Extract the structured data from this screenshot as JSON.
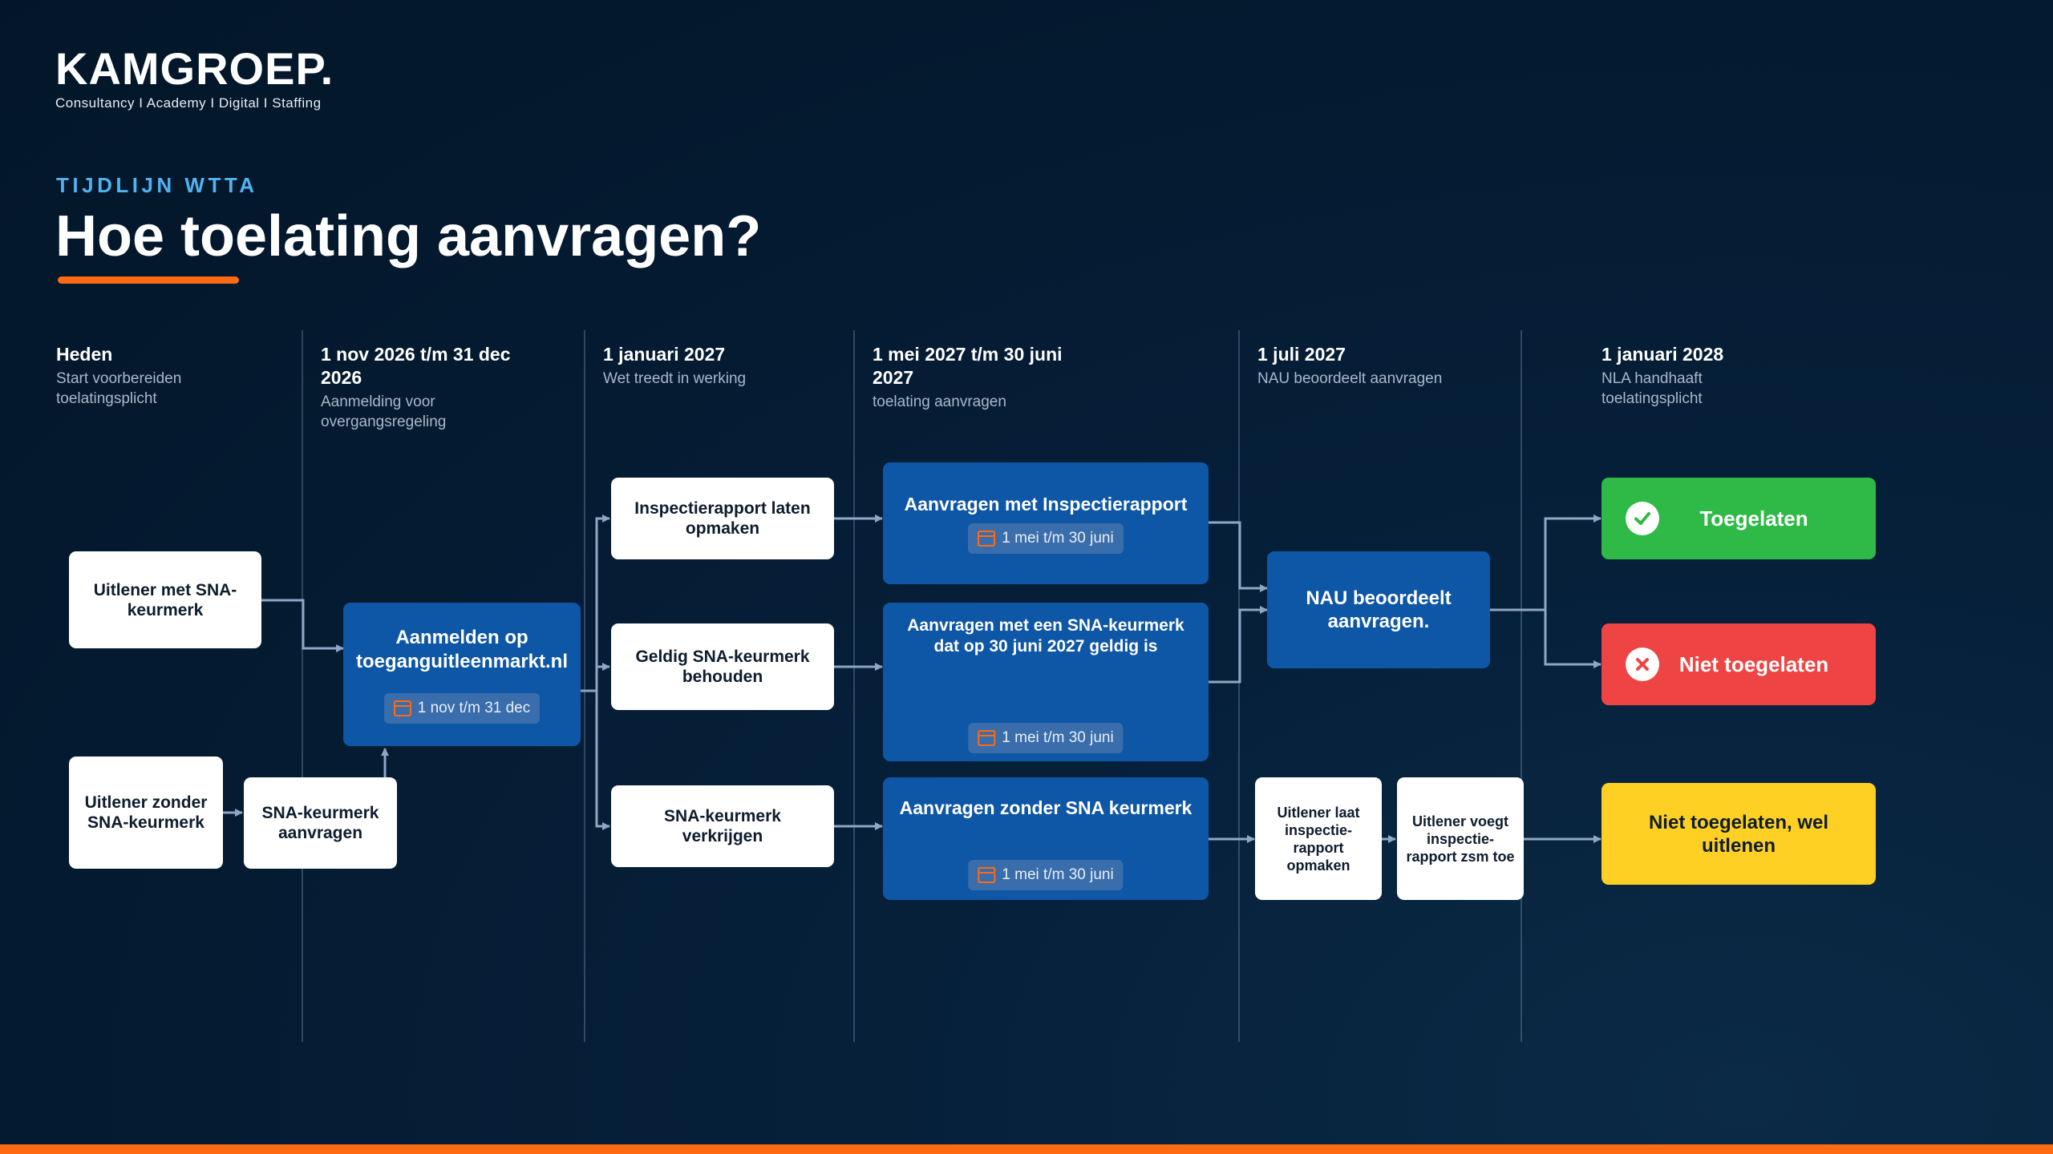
{
  "brand": {
    "name": "KAMGROEP.",
    "tagline": "Consultancy I Academy I Digital I Staffing",
    "accent": "#ff6a13"
  },
  "header": {
    "eyebrow": "TIJDLIJN WTTA",
    "title": "Hoe toelating aanvragen?"
  },
  "phases": [
    {
      "title": "Heden",
      "sub": "Start voorbereiden toelatingsplicht"
    },
    {
      "title": "1 nov 2026 t/m 31 dec 2026",
      "sub": "Aanmelding voor overgangsregeling"
    },
    {
      "title": "1 januari 2027",
      "sub": "Wet treedt in werking"
    },
    {
      "title": "1 mei 2027 t/m 30 juni 2027",
      "sub": "toelating aanvragen"
    },
    {
      "title": "1 juli 2027",
      "sub": "NAU beoordeelt aanvragen"
    },
    {
      "title": "1 januari 2028",
      "sub": "NLA handhaaft toelatingsplicht"
    }
  ],
  "boxes": {
    "uitlener_met": "Uitlener met SNA-keurmerk",
    "uitlener_zonder": "Uitlener zonder SNA-keurmerk",
    "sna_aanvragen": "SNA-keurmerk aanvragen",
    "aanmelden": "Aanmelden op toeganguitleenmarkt.nl",
    "aanmelden_date": "1 nov t/m 31 dec",
    "inspectierapport_opmaken": "Inspectierapport laten opmaken",
    "geldig_behouden": "Geldig SNA-keurmerk behouden",
    "sna_verkrijgen": "SNA-keurmerk verkrijgen",
    "aanvr_inspectie": "Aanvragen met Inspectierapport",
    "aanvr_inspectie_date": "1 mei t/m 30 juni",
    "aanvr_sna": "Aanvragen met een SNA-keurmerk dat op 30 juni 2027 geldig is",
    "aanvr_sna_date": "1 mei t/m 30 juni",
    "aanvr_zonder": "Aanvragen zonder SNA keurmerk",
    "aanvr_zonder_date": "1 mei t/m 30 juni",
    "nau": "NAU beoordeelt aanvragen.",
    "laat_inspectie": "Uitlener laat inspectie-rapport opmaken",
    "voegt_inspectie": "Uitlener voegt inspectie-rapport zsm toe"
  },
  "outcomes": {
    "toegelaten": "Toegelaten",
    "niet_toegelaten": "Niet toegelaten",
    "wel_uitlenen": "Niet toegelaten, wel uitlenen"
  },
  "colors": {
    "eyebrow": "#4fb3f2",
    "box_blue": "#0e56a6",
    "success": "#2fba47",
    "error": "#ef4444",
    "warning": "#ffd024"
  }
}
